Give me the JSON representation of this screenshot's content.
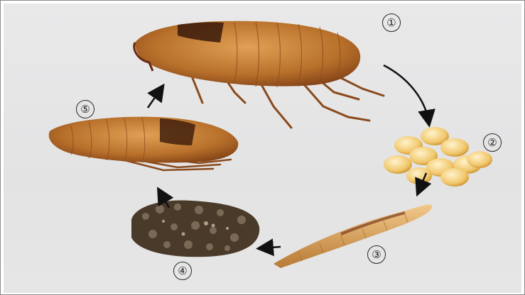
{
  "diagram": {
    "stages": [
      {
        "id": "adult",
        "label": "①"
      },
      {
        "id": "eggs",
        "label": "②"
      },
      {
        "id": "larva",
        "label": "③"
      },
      {
        "id": "pupa",
        "label": "④"
      },
      {
        "id": "emerging-adult",
        "label": "⑤"
      }
    ],
    "colors": {
      "background": "#e5e5e6",
      "flea_body": "#c9802f",
      "flea_dark": "#6a2a10",
      "egg": "#f0c870",
      "larva": "#d9a55a",
      "pupa": "#4a3a2a",
      "arrow": "#111111"
    }
  }
}
